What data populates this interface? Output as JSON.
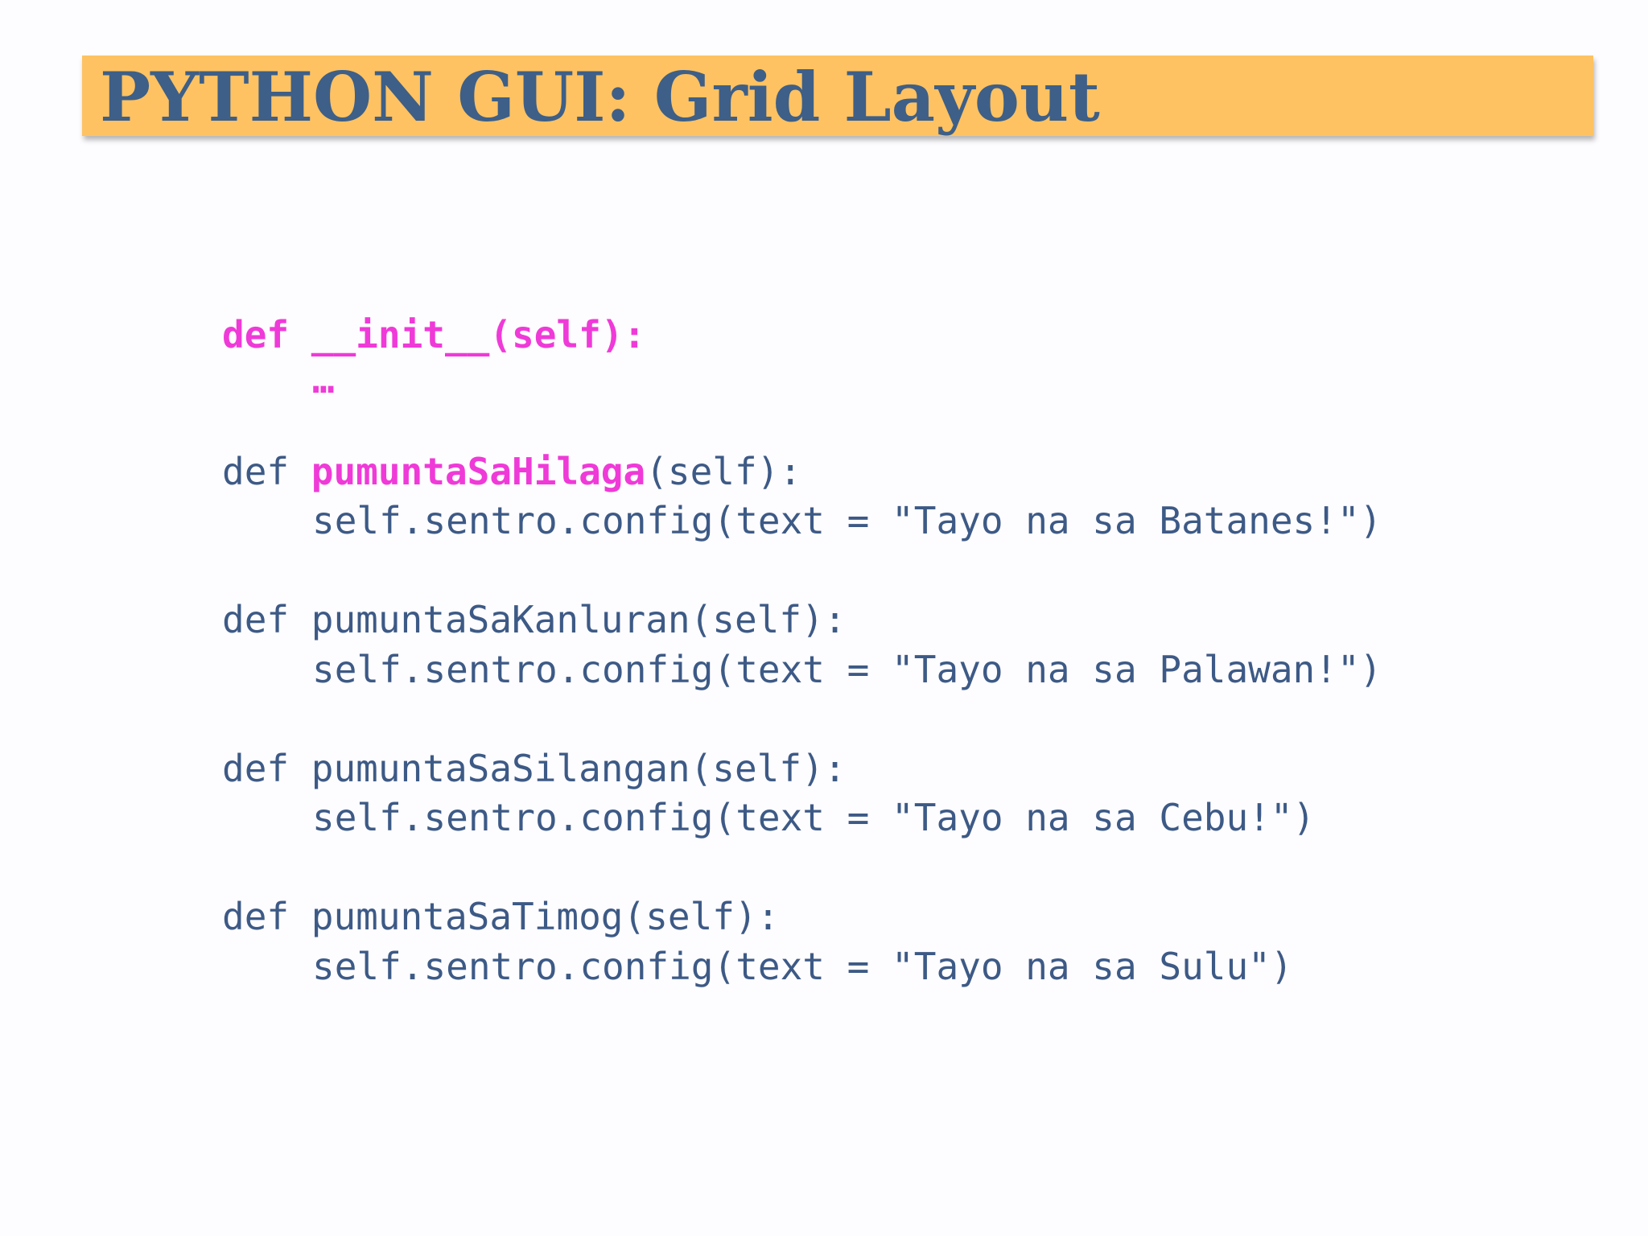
{
  "slide": {
    "title": "PYTHON GUI: Grid Layout"
  },
  "code": {
    "init": {
      "def_kw": "def",
      "signature": "__init__(self):",
      "ellipsis": "…"
    },
    "methods": [
      {
        "def_kw": "def ",
        "name": "pumuntaSaHilaga",
        "params": "(self):",
        "body": "self.sentro.config(text = \"Tayo na sa Batanes!\")"
      },
      {
        "def_kw": "def ",
        "name": "pumuntaSaKanluran",
        "params": "(self):",
        "body": "self.sentro.config(text = \"Tayo na sa Palawan!\")"
      },
      {
        "def_kw": "def ",
        "name": "pumuntaSaSilangan",
        "params": "(self):",
        "body": "self.sentro.config(text = \"Tayo na sa Cebu!\")"
      },
      {
        "def_kw": "def ",
        "name": "pumuntaSaTimog",
        "params": "(self):",
        "body": "self.sentro.config(text = \"Tayo na sa Sulu\")"
      }
    ]
  },
  "colors": {
    "title_bar": "#fec262",
    "title_text": "#3e5f87",
    "code_text": "#3d5a86",
    "highlight": "#ef3ad8",
    "background": "#fdfcfe"
  }
}
